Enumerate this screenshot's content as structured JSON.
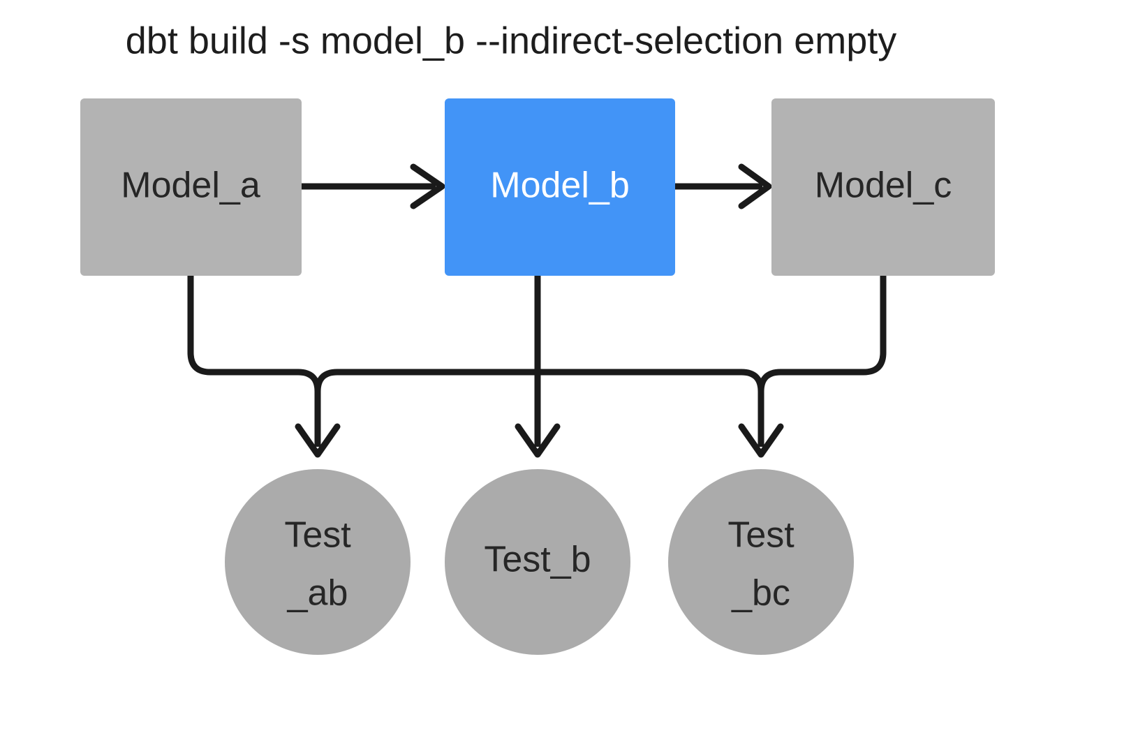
{
  "diagram": {
    "title": "dbt build -s model_b --indirect-selection empty",
    "background_color": "#ffffff",
    "edge_color": "#1a1a1a",
    "colors": {
      "node_gray": "#b3b3b3",
      "node_selected_blue": "#4294f7",
      "circle_gray": "#ababab",
      "label_dark": "#262626",
      "label_light": "#ffffff"
    },
    "models": [
      {
        "id": "model_a",
        "label": "Model_a",
        "shape": "rectangle",
        "fill": "#b3b3b3",
        "text_color": "#262626",
        "selected": false
      },
      {
        "id": "model_b",
        "label": "Model_b",
        "shape": "rectangle",
        "fill": "#4294f7",
        "text_color": "#ffffff",
        "selected": true
      },
      {
        "id": "model_c",
        "label": "Model_c",
        "shape": "rectangle",
        "fill": "#b3b3b3",
        "text_color": "#262626",
        "selected": false
      }
    ],
    "tests": [
      {
        "id": "test_ab",
        "label_line1": "Test",
        "label_line2": "_ab",
        "shape": "circle",
        "fill": "#ababab",
        "text_color": "#262626"
      },
      {
        "id": "test_b",
        "label_line1": "Test_b",
        "label_line2": "",
        "shape": "circle",
        "fill": "#ababab",
        "text_color": "#262626"
      },
      {
        "id": "test_bc",
        "label_line1": "Test",
        "label_line2": "_bc",
        "shape": "circle",
        "fill": "#ababab",
        "text_color": "#262626"
      }
    ],
    "edges": [
      {
        "from": "model_a",
        "to": "model_b",
        "style": "straight-arrow"
      },
      {
        "from": "model_b",
        "to": "model_c",
        "style": "straight-arrow"
      },
      {
        "from": "model_a",
        "to": "test_ab",
        "style": "elbow-arrow"
      },
      {
        "from": "model_b",
        "to": "test_ab",
        "style": "elbow-arrow"
      },
      {
        "from": "model_b",
        "to": "test_b",
        "style": "straight-arrow"
      },
      {
        "from": "model_b",
        "to": "test_bc",
        "style": "elbow-arrow"
      },
      {
        "from": "model_c",
        "to": "test_bc",
        "style": "elbow-arrow"
      }
    ]
  }
}
